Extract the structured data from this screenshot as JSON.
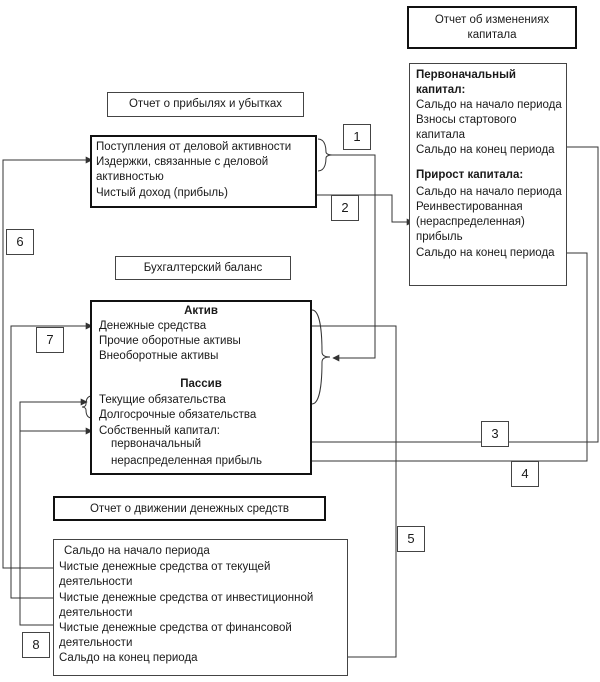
{
  "titles": {
    "changes_in_capital": "Отчет об изменениях капитала",
    "profit_loss": "Отчет о прибылях и убытках",
    "balance_sheet": "Бухгалтерский баланс",
    "cash_flow": "Отчет о движении денежных средств"
  },
  "profit_loss": {
    "line1": "Поступления от деловой активности",
    "line2": "Издержки, связанные с деловой",
    "line3": "активностью",
    "line4": "Чистый доход (прибыль)"
  },
  "capital": {
    "initial_header_1": "Первоначальный",
    "initial_header_2": "капитал:",
    "initial_begin": "Сальдо на начало периода",
    "initial_contrib_1": "Взносы стартового",
    "initial_contrib_2": "капитала",
    "initial_end": "Сальдо на конец периода",
    "increase_header": "Прирост капитала:",
    "increase_begin": "Сальдо на начало периода",
    "increase_reinv_1": "Реинвестированная",
    "increase_reinv_2": "(нераспределенная)",
    "increase_reinv_3": "прибыль",
    "increase_end": "Сальдо на конец периода"
  },
  "balance": {
    "assets_header": "Актив",
    "cash": "Денежные средства",
    "other_current": "Прочие оборотные активы",
    "noncurrent": "Внеоборотные активы",
    "liabilities_header": "Пассив",
    "current_liab": "Текущие обязательства",
    "longterm_liab": "Долгосрочные обязательства",
    "equity": "Собственный капитал:",
    "equity_initial": "первоначальный",
    "equity_retained": "нераспределенная прибыль"
  },
  "cash_flow": {
    "begin": "Сальдо на начало периода",
    "operating_1": "Чистые денежные средства от текущей",
    "operating_2": "деятельности",
    "investing_1": "Чистые денежные средства от инвестиционной",
    "investing_2": "деятельности",
    "financing_1": "Чистые денежные средства от финансовой",
    "financing_2": "деятельности",
    "end": "Сальдо на конец периода"
  },
  "markers": {
    "m1": "1",
    "m2": "2",
    "m3": "3",
    "m4": "4",
    "m5": "5",
    "m6": "6",
    "m7": "7",
    "m8": "8"
  },
  "colors": {
    "line": "#333333",
    "border": "#444444"
  }
}
